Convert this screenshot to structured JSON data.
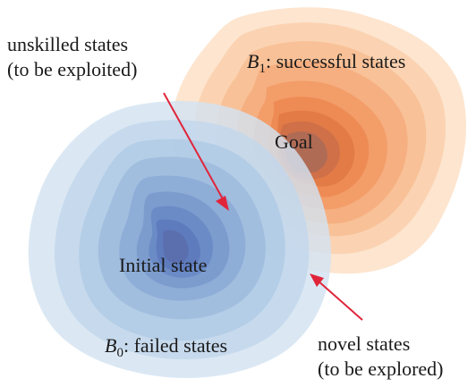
{
  "labels": {
    "unskilled_line1": "unskilled states",
    "unskilled_line2": "(to be exploited)",
    "b1_letter": "B",
    "b1_sub": "1",
    "b1_text": ": successful states",
    "goal": "Goal",
    "initial": "Initial state",
    "b0_letter": "B",
    "b0_sub": "0",
    "b0_text": ": failed states",
    "novel_line1": "novel states",
    "novel_line2": "(to be explored)"
  },
  "colors": {
    "orange_contours": [
      "#fde4cc",
      "#fbd2b0",
      "#f8c096",
      "#f5ae7e",
      "#f29c67",
      "#ed8a53",
      "#e27a47",
      "#cf7049",
      "#ae6a56"
    ],
    "blue_contours": [
      "#d3e3f2",
      "#c2d7ec",
      "#b0cae5",
      "#9dbbdd",
      "#8aaad5",
      "#7898cc",
      "#6887c4",
      "#5b78bb",
      "#5a6cac"
    ],
    "arrow": "#e0253b"
  }
}
